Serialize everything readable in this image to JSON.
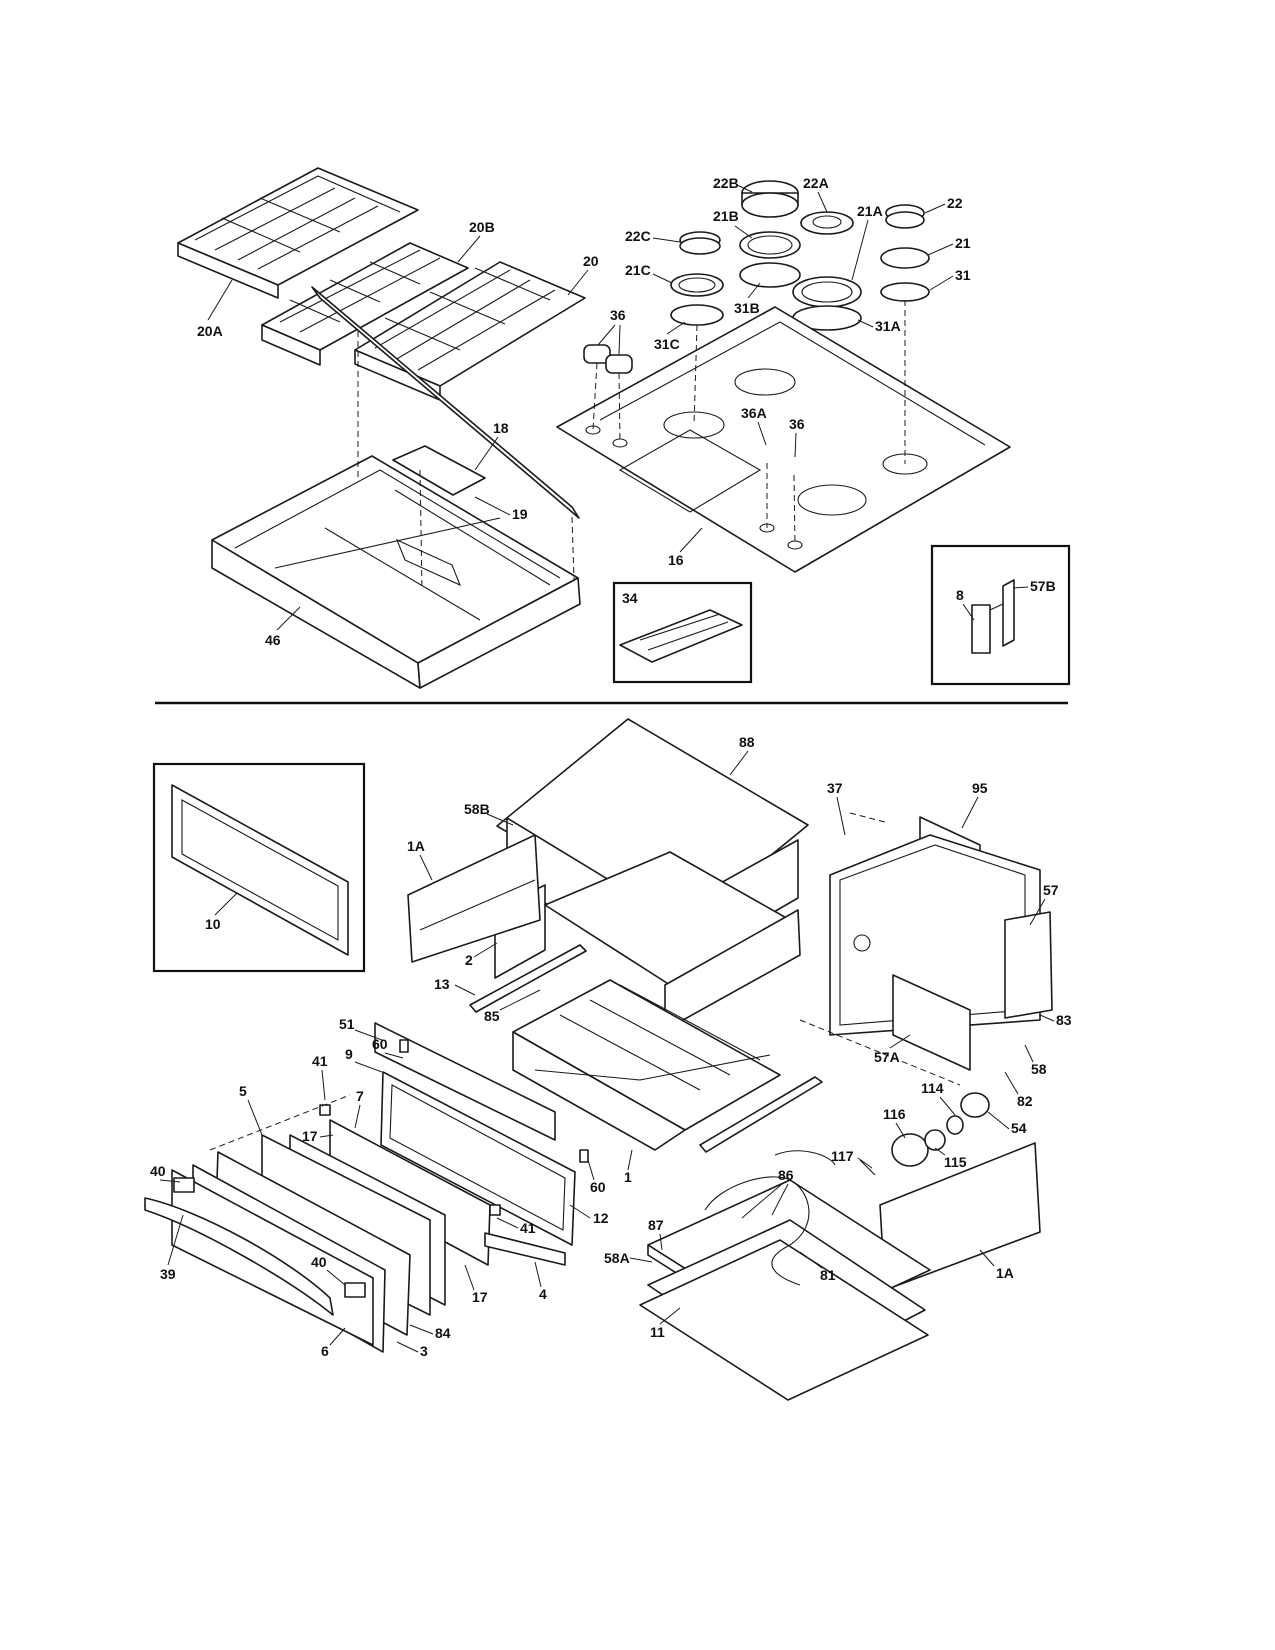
{
  "callouts": {
    "top_section": [
      "20A",
      "20B",
      "20",
      "22B",
      "22A",
      "21A",
      "22",
      "22C",
      "21B",
      "21",
      "21C",
      "31",
      "31B",
      "31A",
      "31C",
      "36",
      "36A",
      "18",
      "19",
      "16",
      "46",
      "34",
      "8",
      "57B"
    ],
    "bottom_section": [
      "88",
      "37",
      "95",
      "58B",
      "1A",
      "57",
      "10",
      "2",
      "13",
      "85",
      "83",
      "51",
      "60",
      "9",
      "41",
      "57A",
      "58",
      "82",
      "114",
      "5",
      "7",
      "17",
      "116",
      "54",
      "115",
      "117",
      "1",
      "86",
      "40",
      "12",
      "87",
      "58A",
      "81",
      "39",
      "11",
      "84",
      "6",
      "3",
      "4"
    ]
  }
}
